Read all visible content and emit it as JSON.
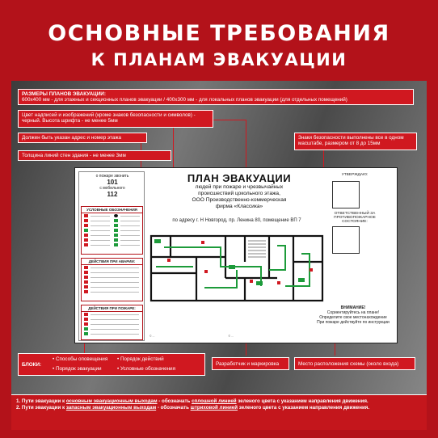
{
  "header": {
    "line1": "ОСНОВНЫЕ ТРЕБОВАНИЯ",
    "line2": "К ПЛАНАМ ЭВАКУАЦИИ"
  },
  "labels": {
    "sizes_title": "РАЗМЕРЫ ПЛАНОВ ЭВАКУАЦИИ:",
    "sizes_text": "600x400 мм - для этажных и секционных планов эвакуации / 400x300 мм - для локальных планов эвакуации (для отдельных помещений)",
    "color_text": "Цвет надписей и изображений (кроме знаков безопасности и символов) - черный. Высота шрифта - не менее 5мм",
    "address_text": "Должен быть указан адрес и номер этажа",
    "walls_text": "Толщина линий стен здания - не менее 3мм",
    "signs_text": "Знаки безопасности выполнены все в одном масштабе, размером от 8 до 15мм",
    "developer_text": "Разработчик и маркировка",
    "location_text": "Место расположения схемы (около входа)"
  },
  "blocks": {
    "title": "БЛОКИ:",
    "items": [
      "• Способы оповещения",
      "• Порядок действий",
      "• Порядок эвакуации",
      "• Условные обозначения"
    ]
  },
  "plan": {
    "title": "ПЛАН ЭВАКУАЦИИ",
    "subtitle_1": "людей при пожаре и чрезвычайных",
    "subtitle_2": "происшествий цокольного этажа,",
    "subtitle_3": "ООО Производственно-коммерческая",
    "subtitle_4": "фирма «Классика»",
    "address": "по адресу г. Н Новгород, пр. Ленина 80, помещение ВП 7",
    "approve": "УТВЕРЖДАЮ:",
    "responsible_1": "ОТВЕТСТВЕННЫЙ ЗА",
    "responsible_2": "ПРОТИВОПОЖАРНОЕ",
    "responsible_3": "СОСТОЯНИЕ:",
    "call_title": "о пожаре звонить",
    "call_number": "101",
    "call_mobile": "с мобильного",
    "call_mobile_number": "112",
    "legend_title": "УСЛОВНЫЕ ОБОЗНАЧЕНИЯ",
    "accident_title": "ДЕЙСТВИЯ ПРИ АВАРИИ:",
    "fire_title": "ДЕЙСТВИЯ ПРИ ПОЖАРЕ:",
    "attention_title": "ВНИМАНИЕ!",
    "attention_1": "Сориентируйтесь на плане!",
    "attention_2": "Определите свое местонахождение",
    "attention_3": "При пожаре действуйте по инструкции",
    "footer_left": "© ...",
    "footer_right": "© ..."
  },
  "bottom": {
    "line1_prefix": "1. Пути эвакуации к",
    "line1_underlined": "основным эвакуационным выходам",
    "line1_mid": " - обозначать",
    "line1_underlined2": "сплошной линией",
    "line1_suffix": " зеленого цвета с указанием направления движения.",
    "line2_prefix": "2. Пути эвакуации к",
    "line2_underlined": "запасным эвакуационным выходам",
    "line2_mid": " - обозначать",
    "line2_underlined2": "штриховой линией",
    "line2_suffix": " зеленого цвета с указанием направления движения."
  },
  "colors": {
    "brand_red": "#b3121a",
    "label_red": "#d01820",
    "route_green": "#1d9b3a"
  }
}
